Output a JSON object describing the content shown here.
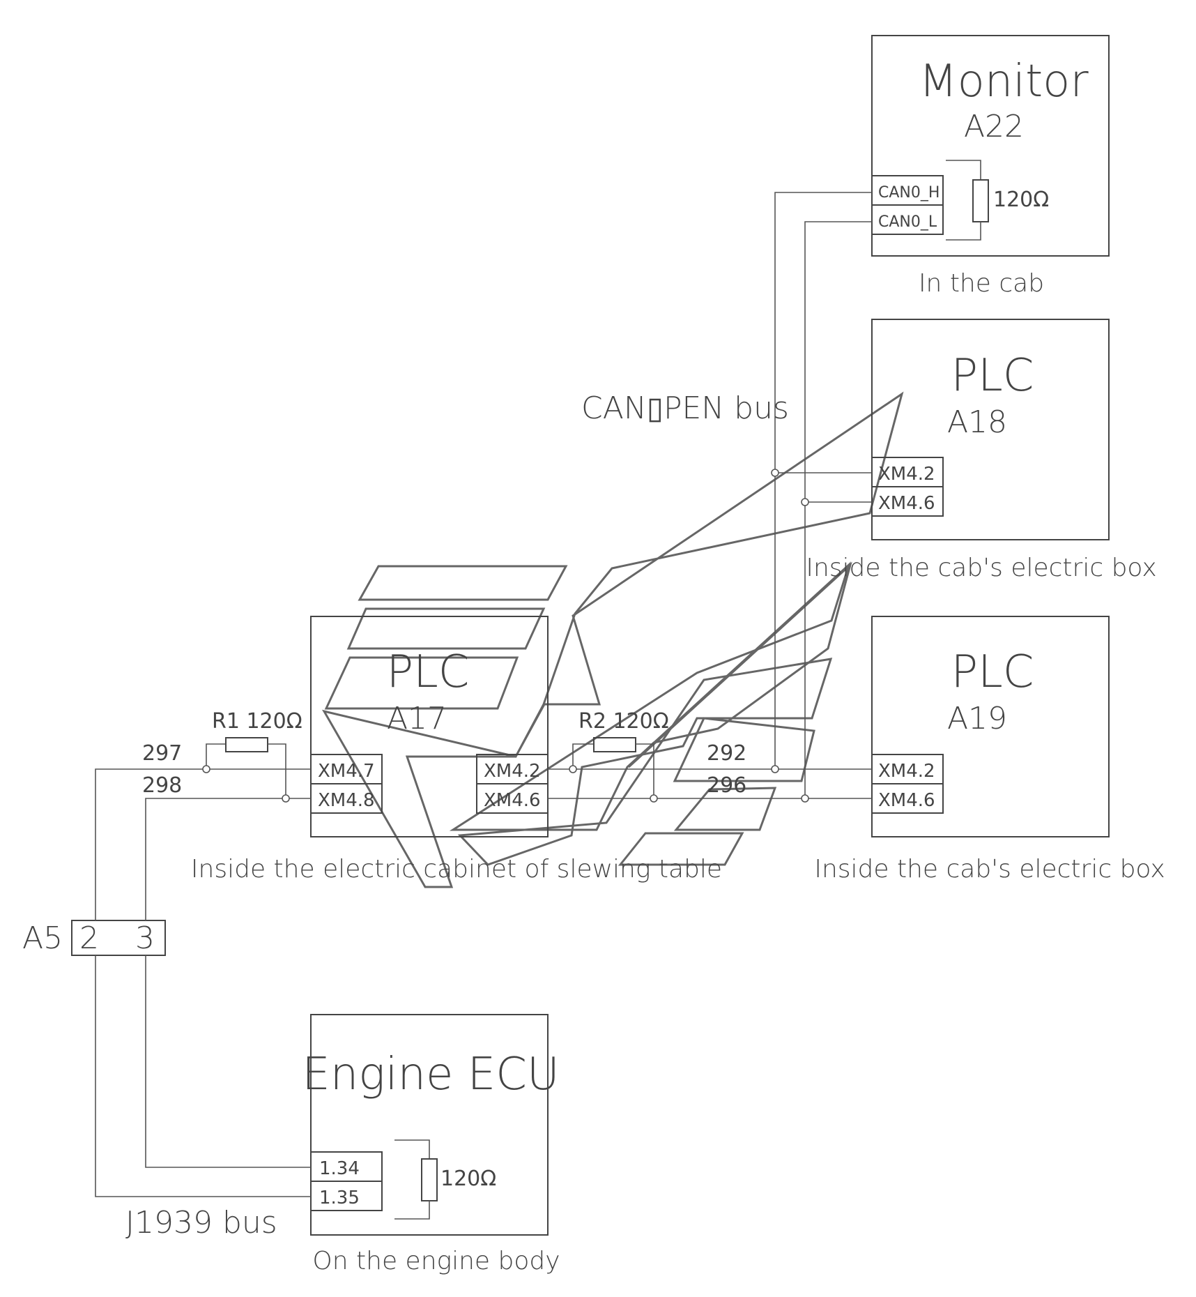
{
  "modules": {
    "monitor": {
      "title": "Monitor",
      "id": "A22",
      "location": "In the cab",
      "pins": [
        "CAN0_H",
        "CAN0_L"
      ],
      "resistor": "120Ω"
    },
    "plc_a18": {
      "title": "PLC",
      "id": "A18",
      "location": "Inside the cab's electric box",
      "pins": [
        "XM4.2",
        "XM4.6"
      ]
    },
    "plc_a19": {
      "title": "PLC",
      "id": "A19",
      "location": "Inside the cab's electric box",
      "pins": [
        "XM4.2",
        "XM4.6"
      ]
    },
    "plc_a17": {
      "title": "PLC",
      "id": "A17",
      "location": "Inside the electric cabinet of slewing table",
      "pins_left": [
        "XM4.7",
        "XM4.8"
      ],
      "pins_right": [
        "XM4.2",
        "XM4.6"
      ]
    },
    "engine_ecu": {
      "title": "Engine ECU",
      "location": "On the engine body",
      "pins": [
        "1.34",
        "1.35"
      ],
      "resistor": "120Ω"
    }
  },
  "connector_a5": {
    "label": "A5",
    "pins": [
      "2",
      "3"
    ]
  },
  "resistors": {
    "r1": "R1 120Ω",
    "r2": "R2 120Ω"
  },
  "wire_numbers": {
    "w297": "297",
    "w298": "298",
    "w292": "292",
    "w296": "296"
  },
  "buses": {
    "canopen": "CAN▯PEN bus",
    "j1939": "J1939 bus"
  }
}
